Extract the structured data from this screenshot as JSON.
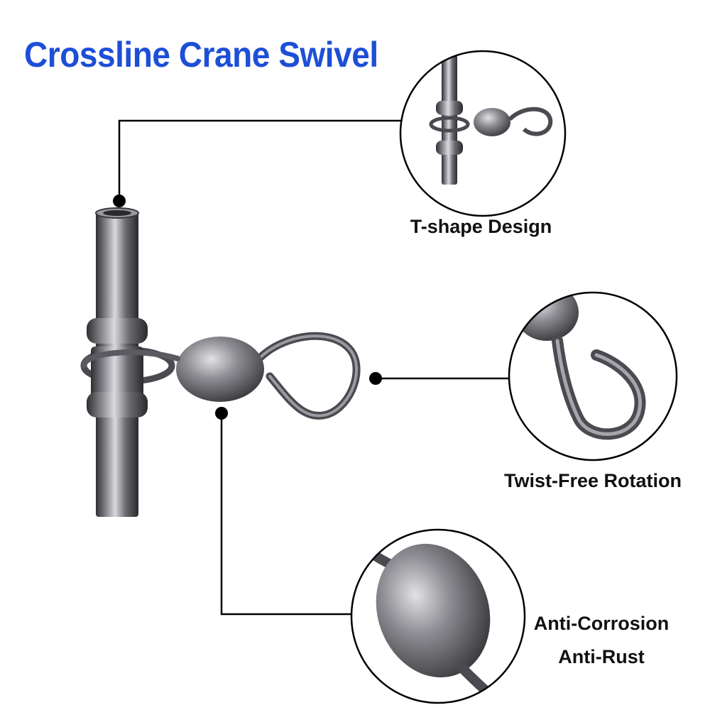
{
  "title": "Crossline Crane Swivel",
  "features": {
    "t_shape": "T-shape Design",
    "twist_free": "Twist-Free Rotation",
    "anti_corrosion": "Anti-Corrosion",
    "anti_rust": "Anti-Rust"
  },
  "colors": {
    "title": "#1d4fd6",
    "metal_dark": "#3c3c40",
    "metal_mid": "#6e6e74",
    "metal_light": "#cfcfd4",
    "callout_line": "#000000"
  }
}
